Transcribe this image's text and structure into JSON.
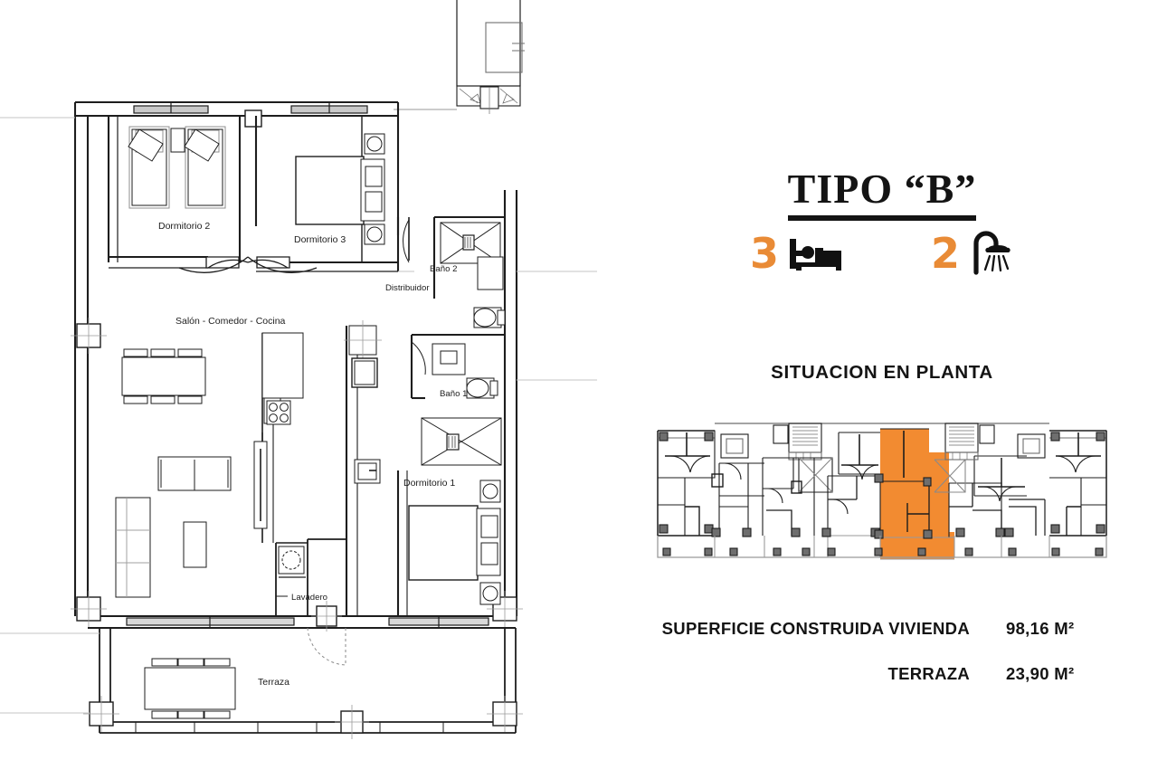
{
  "document": {
    "kind": "floor-plan-sheet",
    "unit_title": "TIPO “B”",
    "footer_note": ""
  },
  "summary": {
    "bedrooms_count": "3",
    "bedrooms_icon": "bed-icon",
    "bathrooms_count": "2",
    "bathrooms_icon": "shower-icon"
  },
  "situation": {
    "heading": "SITUACION EN PLANTA",
    "highlight_color": "#F28B31",
    "highlighted_unit": "TIPO B"
  },
  "areas": {
    "rows": [
      {
        "label": "SUPERFICIE CONSTRUIDA VIVIENDA",
        "value": "98,16 M²"
      },
      {
        "label": "TERRAZA",
        "value": "23,90 M²"
      }
    ]
  },
  "plan": {
    "rooms": [
      {
        "key": "dormitorio_2",
        "label": "Dormitorio 2"
      },
      {
        "key": "dormitorio_3",
        "label": "Dormitorio 3"
      },
      {
        "key": "distribuidor",
        "label": "Distribuidor"
      },
      {
        "key": "bano_2",
        "label": "Baño 2"
      },
      {
        "key": "salon",
        "label": "Salón - Comedor - Cocina"
      },
      {
        "key": "bano_1",
        "label": "Baño 1"
      },
      {
        "key": "dormitorio_1",
        "label": "Dormitorio 1"
      },
      {
        "key": "lavadero",
        "label": "Lavadero"
      },
      {
        "key": "terraza",
        "label": "Terraza"
      }
    ]
  },
  "colors": {
    "accent_orange": "#E98B36",
    "plan_line": "#1d1d1d",
    "plan_line_light": "#8c8c8c",
    "text": "#141414",
    "background": "#ffffff"
  }
}
